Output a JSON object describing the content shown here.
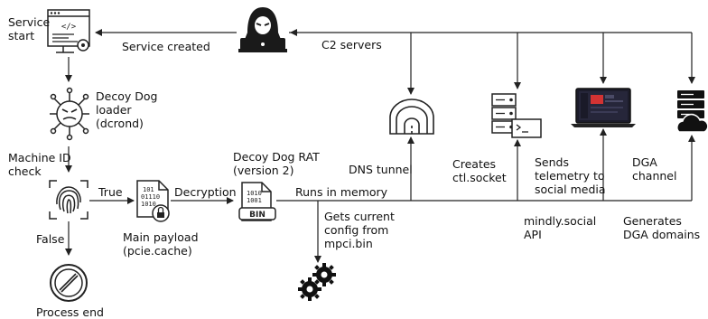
{
  "labels": {
    "service_start": "Service\nstart",
    "service_created": "Service created",
    "c2_servers": "C2 servers",
    "loader": "Decoy Dog\nloader\n(dcrond)",
    "machine_id": "Machine ID\ncheck",
    "true_label": "True",
    "false_label": "False",
    "process_end": "Process end",
    "main_payload": "Main payload\n(pcie.cache)",
    "decryption": "Decryption",
    "rat": "Decoy Dog RAT\n(version 2)",
    "runs_in_memory": "Runs in memory",
    "gets_config": "Gets current\nconfig from\nmpci.bin",
    "dns_tunnel": "DNS tunnel",
    "creates_socket": "Creates\nctl.socket",
    "sends_telemetry": "Sends\ntelemetry to\nsocial media",
    "mindly": "mindly.social\nAPI",
    "generates_dga": "Generates\nDGA domains",
    "dga_channel": "DGA\nchannel",
    "bin_badge": "BIN",
    "binary_digits": "101\n01110\n1010"
  },
  "colors": {
    "line": "#222222",
    "screen": "#1c1c2a",
    "accent": "#d33333"
  },
  "icons": [
    "code-window-icon",
    "hacker-icon",
    "virus-icon",
    "fingerprint-icon",
    "prohibited-icon",
    "encrypted-file-icon",
    "binary-file-icon",
    "gears-icon",
    "tunnel-icon",
    "server-icon",
    "laptop-icon",
    "cloud-server-icon"
  ]
}
